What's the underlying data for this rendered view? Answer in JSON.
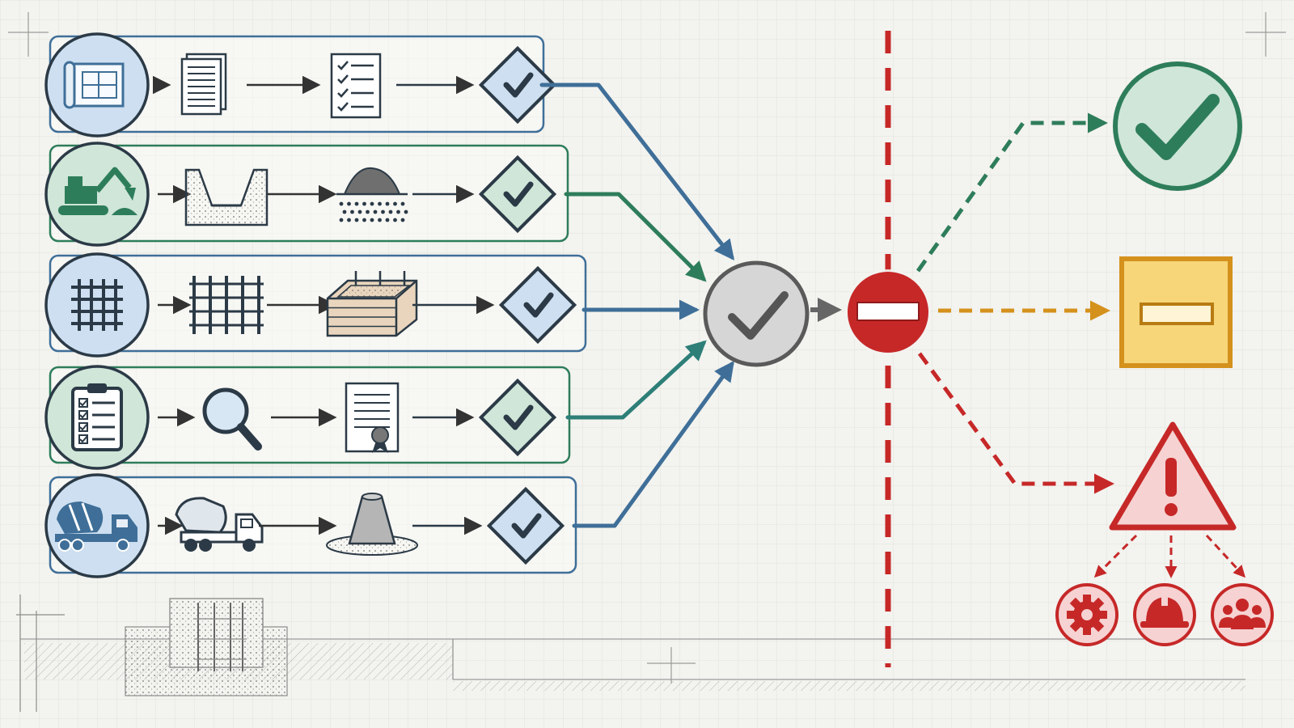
{
  "colors": {
    "background": "#f3f3ef",
    "grid": "#e3e3dd",
    "sketch": "#8c8c8c",
    "blue": "#3f6f98",
    "blue_fill": "#cddff0",
    "green": "#2e7d5a",
    "green_fill": "#cfe6d8",
    "teal": "#2d7f78",
    "gray_hub": "#5a5a5a",
    "gray_hub_fill": "#d6d6d6",
    "red": "#c62828",
    "red_fill": "#f6d2d2",
    "amber": "#d4911c",
    "amber_fill": "#f7d67a",
    "dark": "#2b3a46"
  },
  "rows": [
    {
      "id": "design",
      "theme": "blue",
      "icons": [
        "blueprint-icon",
        "documents-icon",
        "checklist-icon",
        "approval-check-icon"
      ]
    },
    {
      "id": "excavation",
      "theme": "green",
      "icons": [
        "excavator-icon",
        "excavated-trench-icon",
        "gravel-pile-icon",
        "approval-check-icon"
      ]
    },
    {
      "id": "formwork",
      "theme": "blue",
      "icons": [
        "rebar-grid-icon",
        "rebar-cage-icon",
        "formwork-box-icon",
        "approval-check-icon"
      ]
    },
    {
      "id": "inspection",
      "theme": "green",
      "icons": [
        "clipboard-checklist-icon",
        "magnifier-icon",
        "certificate-icon",
        "approval-check-icon"
      ]
    },
    {
      "id": "concrete",
      "theme": "blue",
      "icons": [
        "mixer-truck-icon",
        "mixer-truck-outline-icon",
        "concrete-cone-icon",
        "approval-check-icon"
      ]
    }
  ],
  "hub": {
    "icon": "checkmark-icon"
  },
  "gate": {
    "icon": "no-entry-icon"
  },
  "outcomes": [
    {
      "id": "approved",
      "icon": "check-circle-icon",
      "color": "#2e7d5a"
    },
    {
      "id": "on-hold",
      "icon": "minus-box-icon",
      "color": "#d4911c"
    },
    {
      "id": "rejected",
      "icon": "warning-triangle-icon",
      "color": "#c62828"
    }
  ],
  "escalations": [
    {
      "id": "equipment",
      "icon": "gear-icon"
    },
    {
      "id": "safety",
      "icon": "hard-hat-icon"
    },
    {
      "id": "team",
      "icon": "team-icon"
    }
  ]
}
